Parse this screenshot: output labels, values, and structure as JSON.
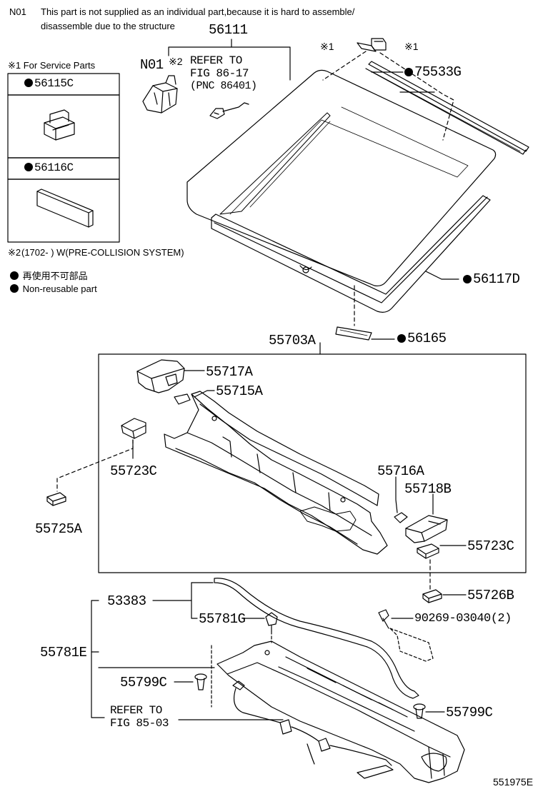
{
  "note_n01": {
    "code": "N01",
    "line1": "This part is not supplied as an individual part,because it is hard to assemble/",
    "line2": "disassemble due to the structure"
  },
  "service_parts": {
    "header": "※1 For Service Parts",
    "items": [
      {
        "part_no": "56115C",
        "non_reusable": true
      },
      {
        "part_no": "56116C",
        "non_reusable": true
      }
    ]
  },
  "footnote2": {
    "mark": "※2",
    "text": "(1702-       ) W(PRE-COLLISION SYSTEM)"
  },
  "legend": [
    {
      "symbol": "filled-circle",
      "label": "再使用不可部品"
    },
    {
      "symbol": "filled-circle",
      "label": "Non-reusable part"
    }
  ],
  "callouts": {
    "p56111": "56111",
    "n01": "N01",
    "ref86_mark": "※2",
    "ref86_l1": "REFER TO",
    "ref86_l2": "FIG 86-17",
    "ref86_l3": "(PNC 86401)",
    "m1a": "※1",
    "m1b": "※1",
    "p75533G": "75533G",
    "p56117D": "56117D",
    "p56165": "56165",
    "p55703A": "55703A",
    "p55717A": "55717A",
    "p55715A": "55715A",
    "p55723C_l": "55723C",
    "p55725A": "55725A",
    "p55716A": "55716A",
    "p55718B": "55718B",
    "p55723C_r": "55723C",
    "p55726B": "55726B",
    "p90269": "90269-03040(2)",
    "p53383": "53383",
    "p55781G": "55781G",
    "p55781E": "55781E",
    "p55799C_l": "55799C",
    "p55799C_r": "55799C",
    "ref85_l1": "REFER TO",
    "ref85_l2": "FIG 85-03"
  },
  "figure_id": "551975E"
}
